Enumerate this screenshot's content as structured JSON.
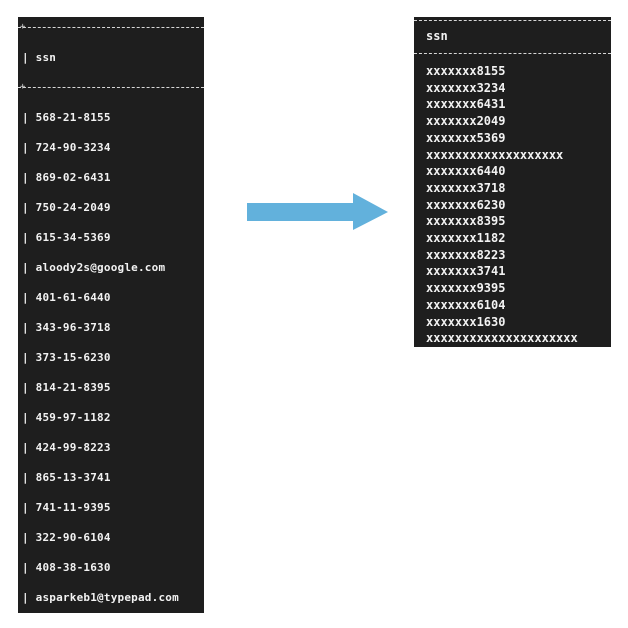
{
  "left_table": {
    "header": "| ssn",
    "rows": [
      "| 568-21-8155",
      "| 724-90-3234",
      "| 869-02-6431",
      "| 750-24-2049",
      "| 615-34-5369",
      "| aloody2s@google.com",
      "| 401-61-6440",
      "| 343-96-3718",
      "| 373-15-6230",
      "| 814-21-8395",
      "| 459-97-1182",
      "| 424-99-8223",
      "| 865-13-3741",
      "| 741-11-9395",
      "| 322-90-6104",
      "| 408-38-1630",
      "| asparkeb1@typepad.com"
    ]
  },
  "right_table": {
    "header": "ssn",
    "rows": [
      "xxxxxxx8155",
      "xxxxxxx3234",
      "xxxxxxx6431",
      "xxxxxxx2049",
      "xxxxxxx5369",
      "xxxxxxxxxxxxxxxxxxx",
      "xxxxxxx6440",
      "xxxxxxx3718",
      "xxxxxxx6230",
      "xxxxxxx8395",
      "xxxxxxx1182",
      "xxxxxxx8223",
      "xxxxxxx3741",
      "xxxxxxx9395",
      "xxxxxxx6104",
      "xxxxxxx1630",
      "xxxxxxxxxxxxxxxxxxxxx"
    ]
  },
  "arrow": {
    "color": "#62b1dc",
    "icon": "arrow-right-icon"
  }
}
